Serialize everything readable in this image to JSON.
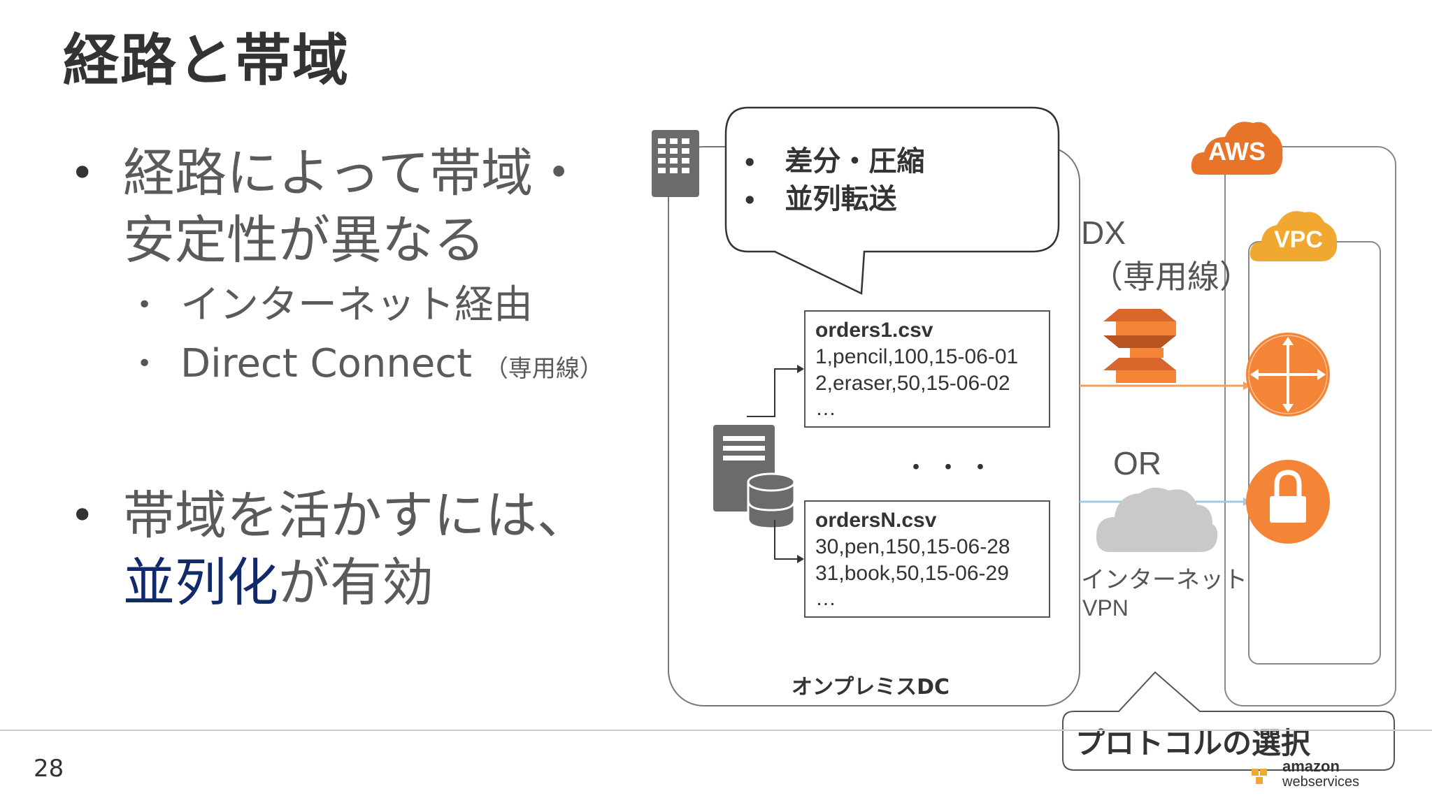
{
  "slide": {
    "title": "経路と帯域",
    "page_number": "28"
  },
  "bullets": {
    "bullet1_line1": "経路によって帯域・",
    "bullet1_line2": "安定性が異なる",
    "sub1": "インターネット経由",
    "sub2_main": "Direct Connect",
    "sub2_note": "（専用線）",
    "bullet2_line1": "帯域を活かすには、",
    "bullet2_highlight": "並列化",
    "bullet2_rest": "が有効"
  },
  "diagram": {
    "callout_item1": "差分・圧縮",
    "callout_item2": "並列転送",
    "bullet_char": "•",
    "file1": {
      "name": "orders1.csv",
      "lines": [
        "1,pencil,100,15-06-01",
        "2,eraser,50,15-06-02",
        "…"
      ]
    },
    "fileN": {
      "name": "ordersN.csv",
      "lines": [
        "30,pen,150,15-06-28",
        "31,book,50,15-06-29",
        "…"
      ]
    },
    "ellipsis": "・ ・ ・",
    "onprem_label": "オンプレミスDC",
    "dx_label": "DX",
    "dx_sub": "（専用線）",
    "or_label": "OR",
    "internet_label": "インターネット",
    "vpn_label": "VPN",
    "aws_label": "AWS",
    "vpc_label": "VPC",
    "protocol_label": "プロトコルの選択",
    "logo_text_top": "amazon",
    "logo_text_bottom": "webservices"
  },
  "colors": {
    "orange": "#f58536",
    "aws_dark_orange": "#e8742a",
    "vpc_orange": "#f0a830",
    "accent_blue": "#102a6b",
    "vpn_line": "#9ecbe0",
    "dx_line": "#f0a060"
  }
}
